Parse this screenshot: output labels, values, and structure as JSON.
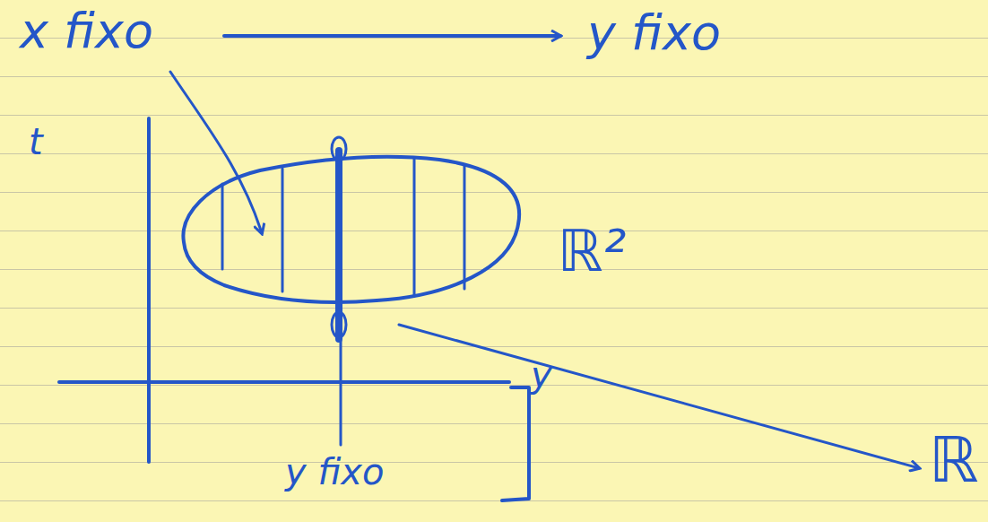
{
  "diagram": {
    "labels": [
      "x fixo",
      "y fixo",
      "t",
      "y",
      "y fixo",
      "ℝ²",
      "ℝ"
    ]
  }
}
